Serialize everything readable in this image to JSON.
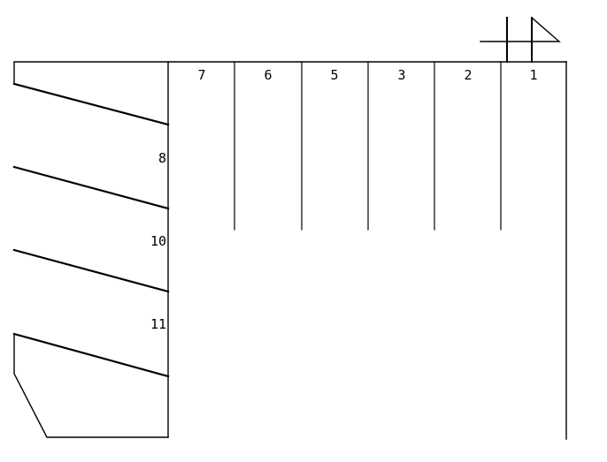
{
  "top_stalls": [
    {
      "id": "stall-7",
      "label": "7"
    },
    {
      "id": "stall-6",
      "label": "6"
    },
    {
      "id": "stall-5",
      "label": "5"
    },
    {
      "id": "stall-3",
      "label": "3"
    },
    {
      "id": "stall-2",
      "label": "2"
    },
    {
      "id": "stall-1",
      "label": "1"
    }
  ],
  "side_stalls": [
    {
      "id": "stall-8",
      "label": "8"
    },
    {
      "id": "stall-10",
      "label": "10"
    },
    {
      "id": "stall-11",
      "label": "11"
    }
  ],
  "colors": {
    "stroke": "#000000",
    "background": "#ffffff"
  },
  "icons": {
    "marker": "gate-flag-icon"
  }
}
